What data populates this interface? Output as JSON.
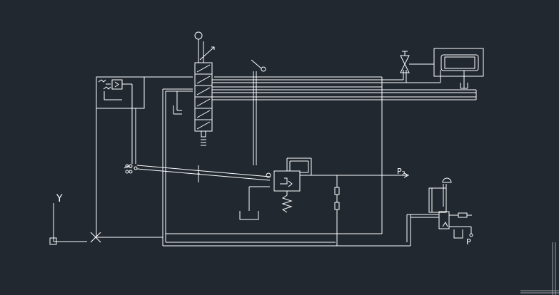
{
  "labels": {
    "y_axis": "Y",
    "p2": "P",
    "p2_sub": "2",
    "p": "P"
  },
  "colors": {
    "background": "#212830",
    "line": "#ffffff",
    "grid": "#9aa0a8"
  },
  "icons": {
    "gauge": "gauge-icon",
    "valve": "valve-icon",
    "spring": "spring-icon",
    "tank": "tank-icon",
    "ucs": "ucs-icon"
  }
}
